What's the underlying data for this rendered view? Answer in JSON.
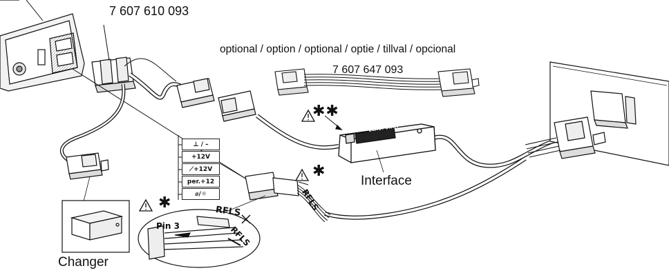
{
  "labels": {
    "part_number_main": "7 607 610 093",
    "optional_text": "optional / option / optional / optie / tillval / opcional",
    "part_number_optional": "7 607 647 093",
    "interface": "Interface",
    "changer": "Changer",
    "pin": "Pin 3",
    "rfls": "RFLS",
    "brand": "BLAUPUNKT"
  },
  "warnings": [
    {
      "stars": "✱✱"
    },
    {
      "stars": "✱"
    },
    {
      "stars": "✱"
    }
  ],
  "terminals": [
    "⊥ / –",
    "+12V",
    "⟋+12V",
    "per.+12",
    "⌀/☼"
  ],
  "colors": {
    "line": "#111111",
    "fill": "#ffffff",
    "shade": "#d8d8d8"
  }
}
